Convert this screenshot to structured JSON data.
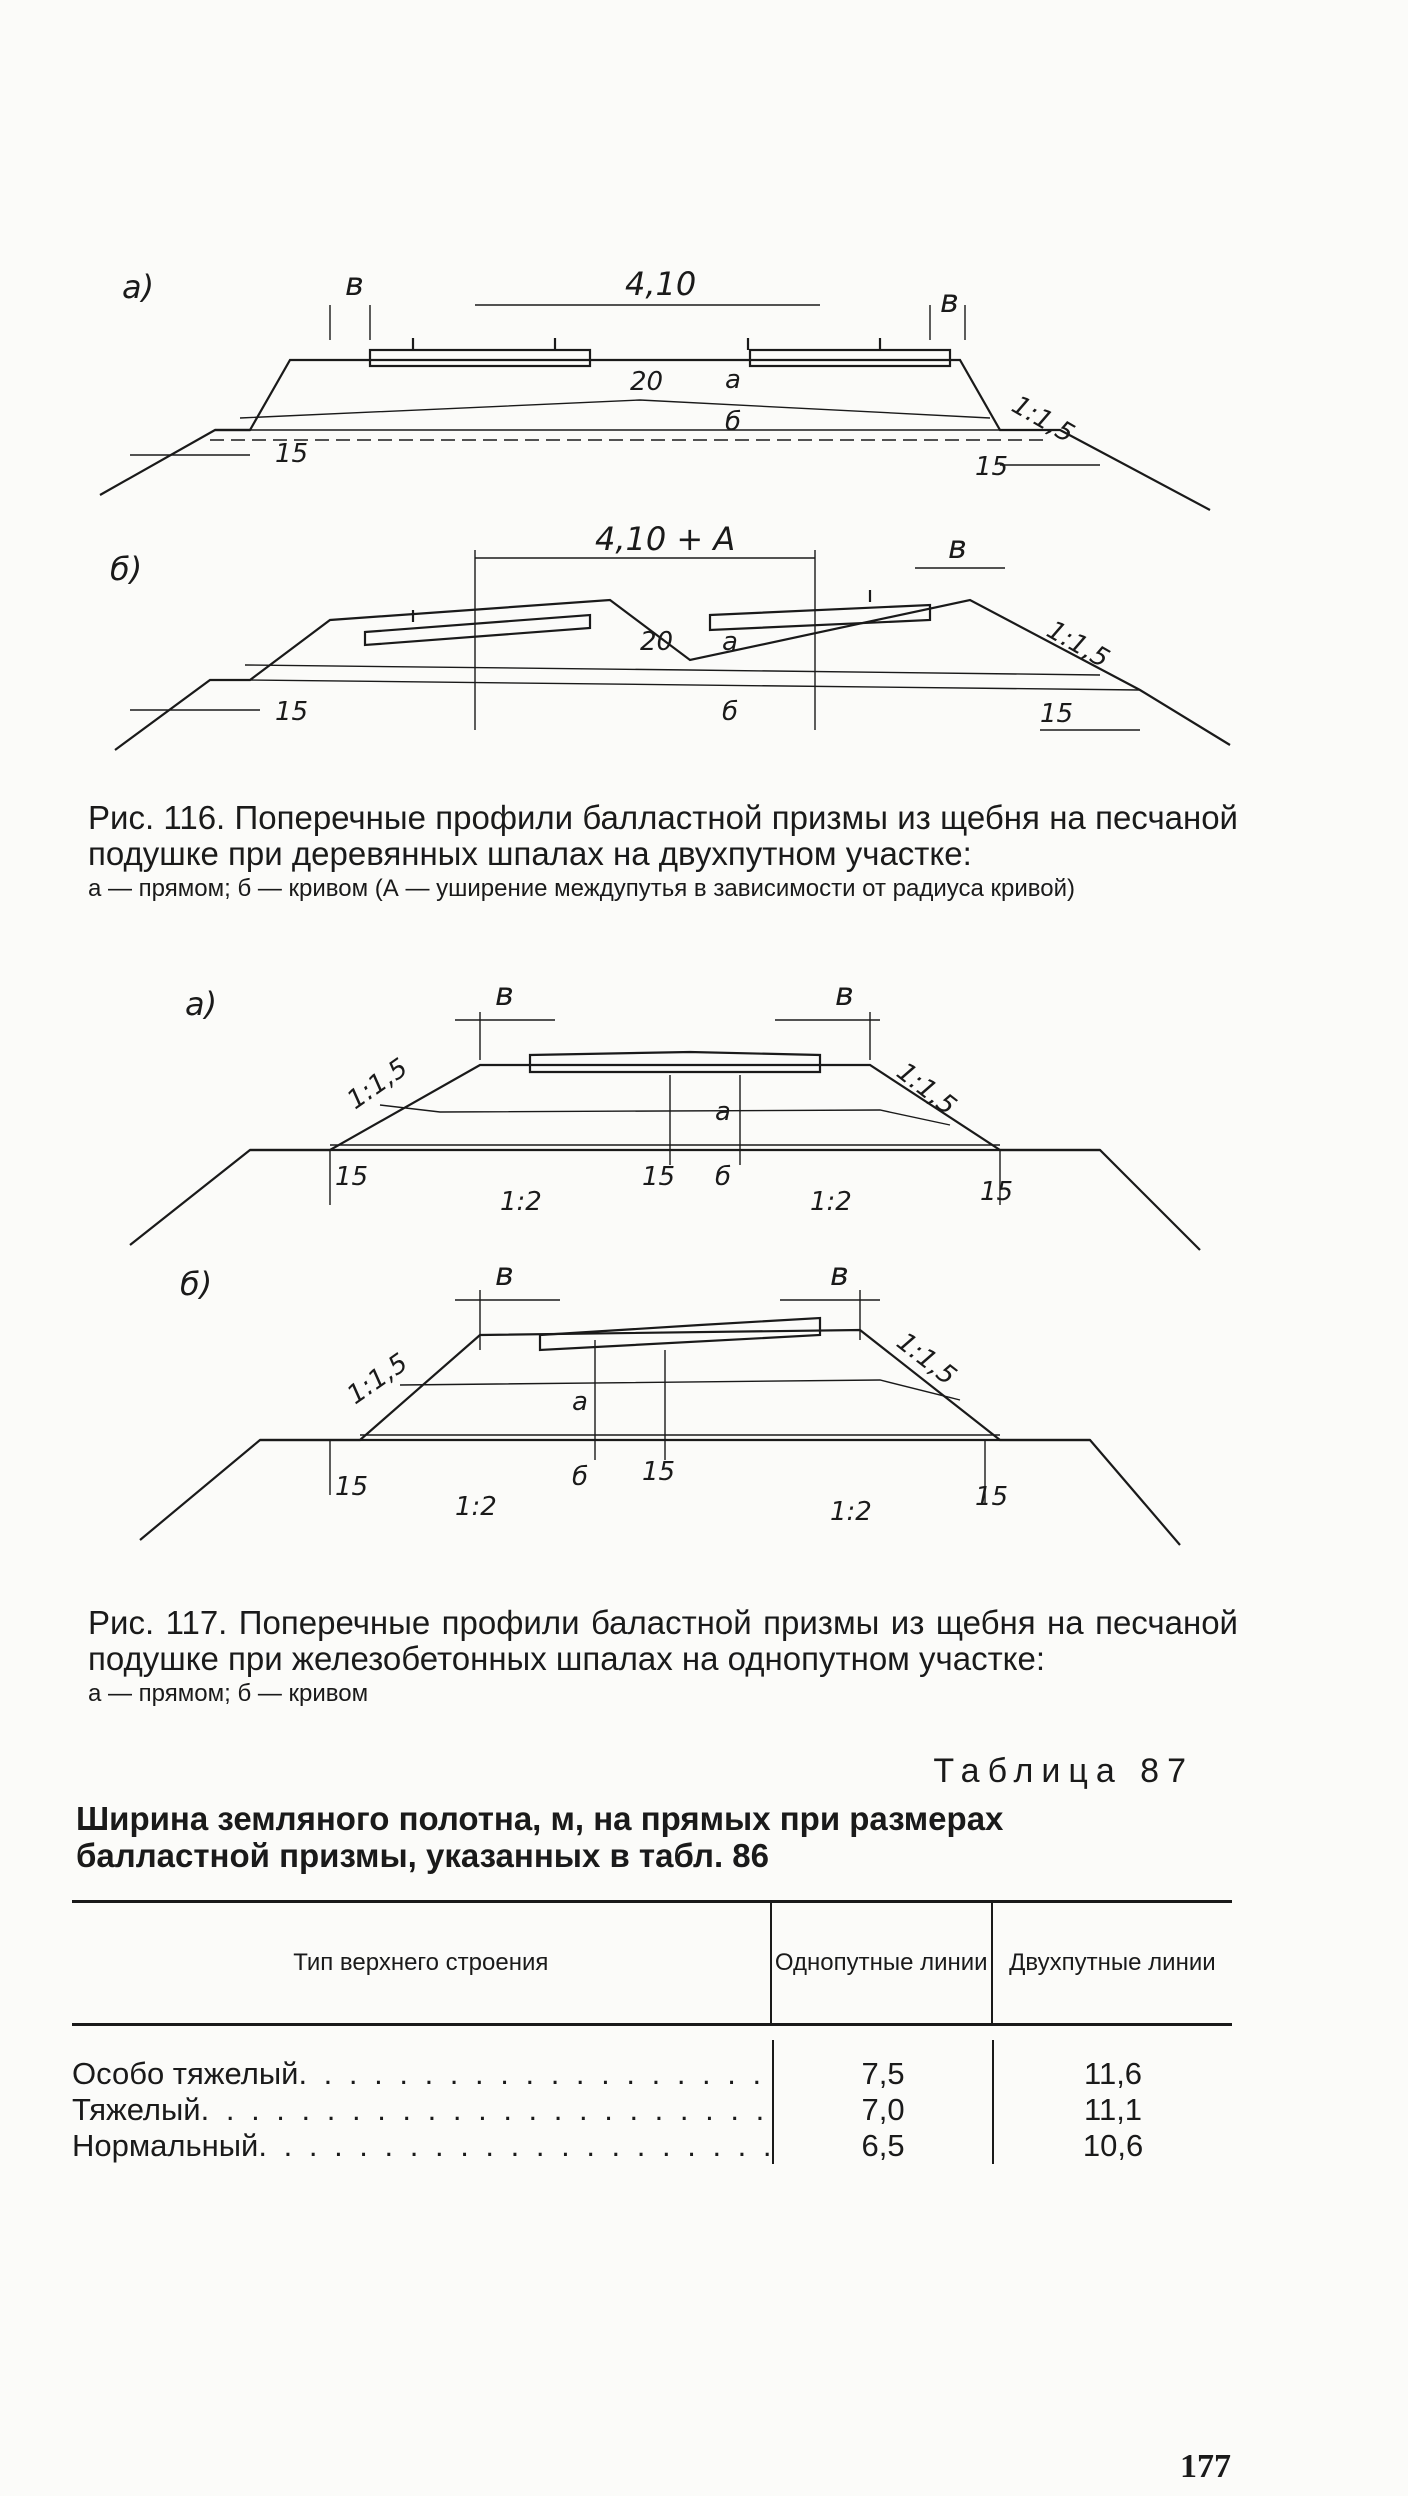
{
  "figure116": {
    "a": {
      "panel_label": "а)",
      "width_label": "4,10",
      "b_label_left": "в",
      "b_label_right": "в",
      "slope_label": "1:1,5",
      "dim_20": "20",
      "dim_a": "а",
      "dim_b": "б",
      "dim_15_left": "15",
      "dim_15_right": "15"
    },
    "b": {
      "panel_label": "б)",
      "width_label": "4,10 + A",
      "b_label": "в",
      "slope_label": "1:1,5",
      "dim_20": "20",
      "dim_a": "а",
      "dim_b": "б",
      "dim_15_left": "15",
      "dim_15_right": "15"
    },
    "caption_main": "Рис. 116. Поперечные профили балластной призмы из щебня на песчаной подушке при деревянных шпалах на двухпутном участке:",
    "caption_sub": "а — прямом; б — кривом (А — уширение междупутья в зависимости от радиуса кривой)"
  },
  "figure117": {
    "a": {
      "panel_label": "а)",
      "b_label_left": "в",
      "b_label_right": "в",
      "slope_left": "1:1,5",
      "slope_right": "1:1,5",
      "slope_2_left": "1:2",
      "slope_2_right": "1:2",
      "dim_a": "а",
      "dim_b": "б",
      "dim_15_mid": "15",
      "dim_15_left": "15",
      "dim_15_right": "15"
    },
    "b": {
      "panel_label": "б)",
      "b_label_left": "в",
      "b_label_right": "в",
      "slope_left": "1:1,5",
      "slope_right": "1:1,5",
      "slope_2_left": "1:2",
      "slope_2_right": "1:2",
      "dim_a": "а",
      "dim_b": "б",
      "dim_15_mid": "15",
      "dim_15_left": "15",
      "dim_15_right": "15"
    },
    "caption_main": "Рис. 117. Поперечные профили баластной призмы из щебня на песчаной подушке при железобетонных шпалах на однопутном участке:",
    "caption_sub": "а — прямом; б — кривом"
  },
  "table": {
    "number": "Таблица 87",
    "title": "Ширина земляного полотна, м, на прямых при размерах балластной призмы, указанных в табл. 86",
    "headers": [
      "Тип верхнего строения",
      "Однопутные линии",
      "Двухпутные линии"
    ],
    "rows": [
      {
        "name": "Особо тяжелый",
        "single": "7,5",
        "double": "11,6"
      },
      {
        "name": "Тяжелый",
        "single": "7,0",
        "double": "11,1"
      },
      {
        "name": "Нормальный",
        "single": "6,5",
        "double": "10,6"
      }
    ]
  },
  "page_number": "177"
}
